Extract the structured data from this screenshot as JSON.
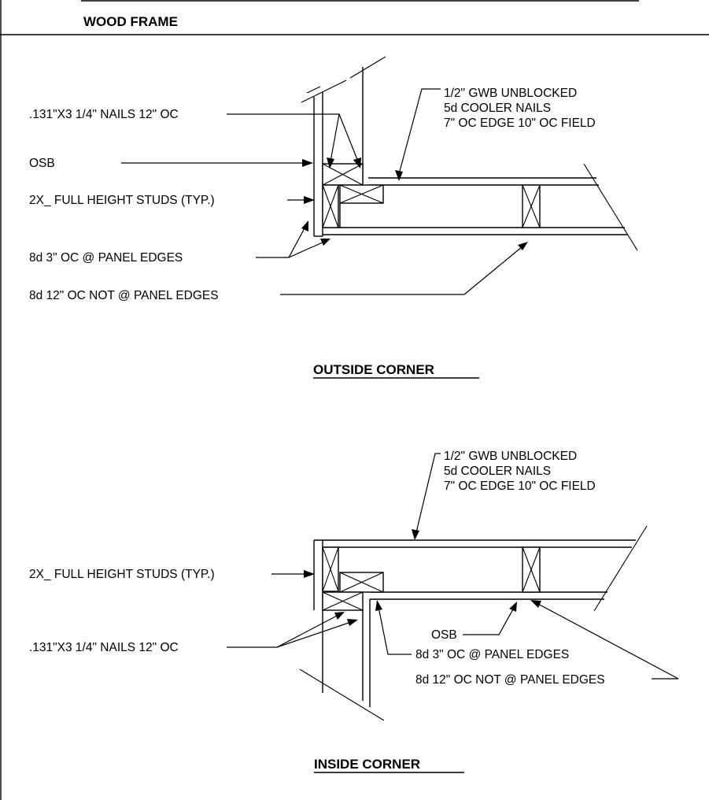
{
  "header": {
    "title": "WOOD FRAME"
  },
  "outside_corner": {
    "title": "OUTSIDE CORNER",
    "labels": {
      "gwb_line1": "1/2\" GWB UNBLOCKED",
      "gwb_line2": "5d COOLER NAILS",
      "gwb_line3": "7\" OC EDGE 10\" OC FIELD",
      "nails": ".131\"X3 1/4\" NAILS 12\" OC",
      "osb": "OSB",
      "studs": "2X_ FULL HEIGHT STUDS (TYP.)",
      "edge_nailing": "8d 3\" OC @ PANEL EDGES",
      "field_nailing": "8d 12\" OC NOT @ PANEL EDGES"
    }
  },
  "inside_corner": {
    "title": "INSIDE CORNER",
    "labels": {
      "gwb_line1": "1/2\" GWB UNBLOCKED",
      "gwb_line2": "5d COOLER NAILS",
      "gwb_line3": "7\" OC EDGE 10\" OC FIELD",
      "studs": "2X_ FULL HEIGHT STUDS (TYP.)",
      "nails": ".131\"X3 1/4\" NAILS 12\" OC",
      "osb": "OSB",
      "edge_nailing": "8d 3\" OC @ PANEL EDGES",
      "field_nailing": "8d 12\" OC NOT @ PANEL EDGES"
    }
  }
}
